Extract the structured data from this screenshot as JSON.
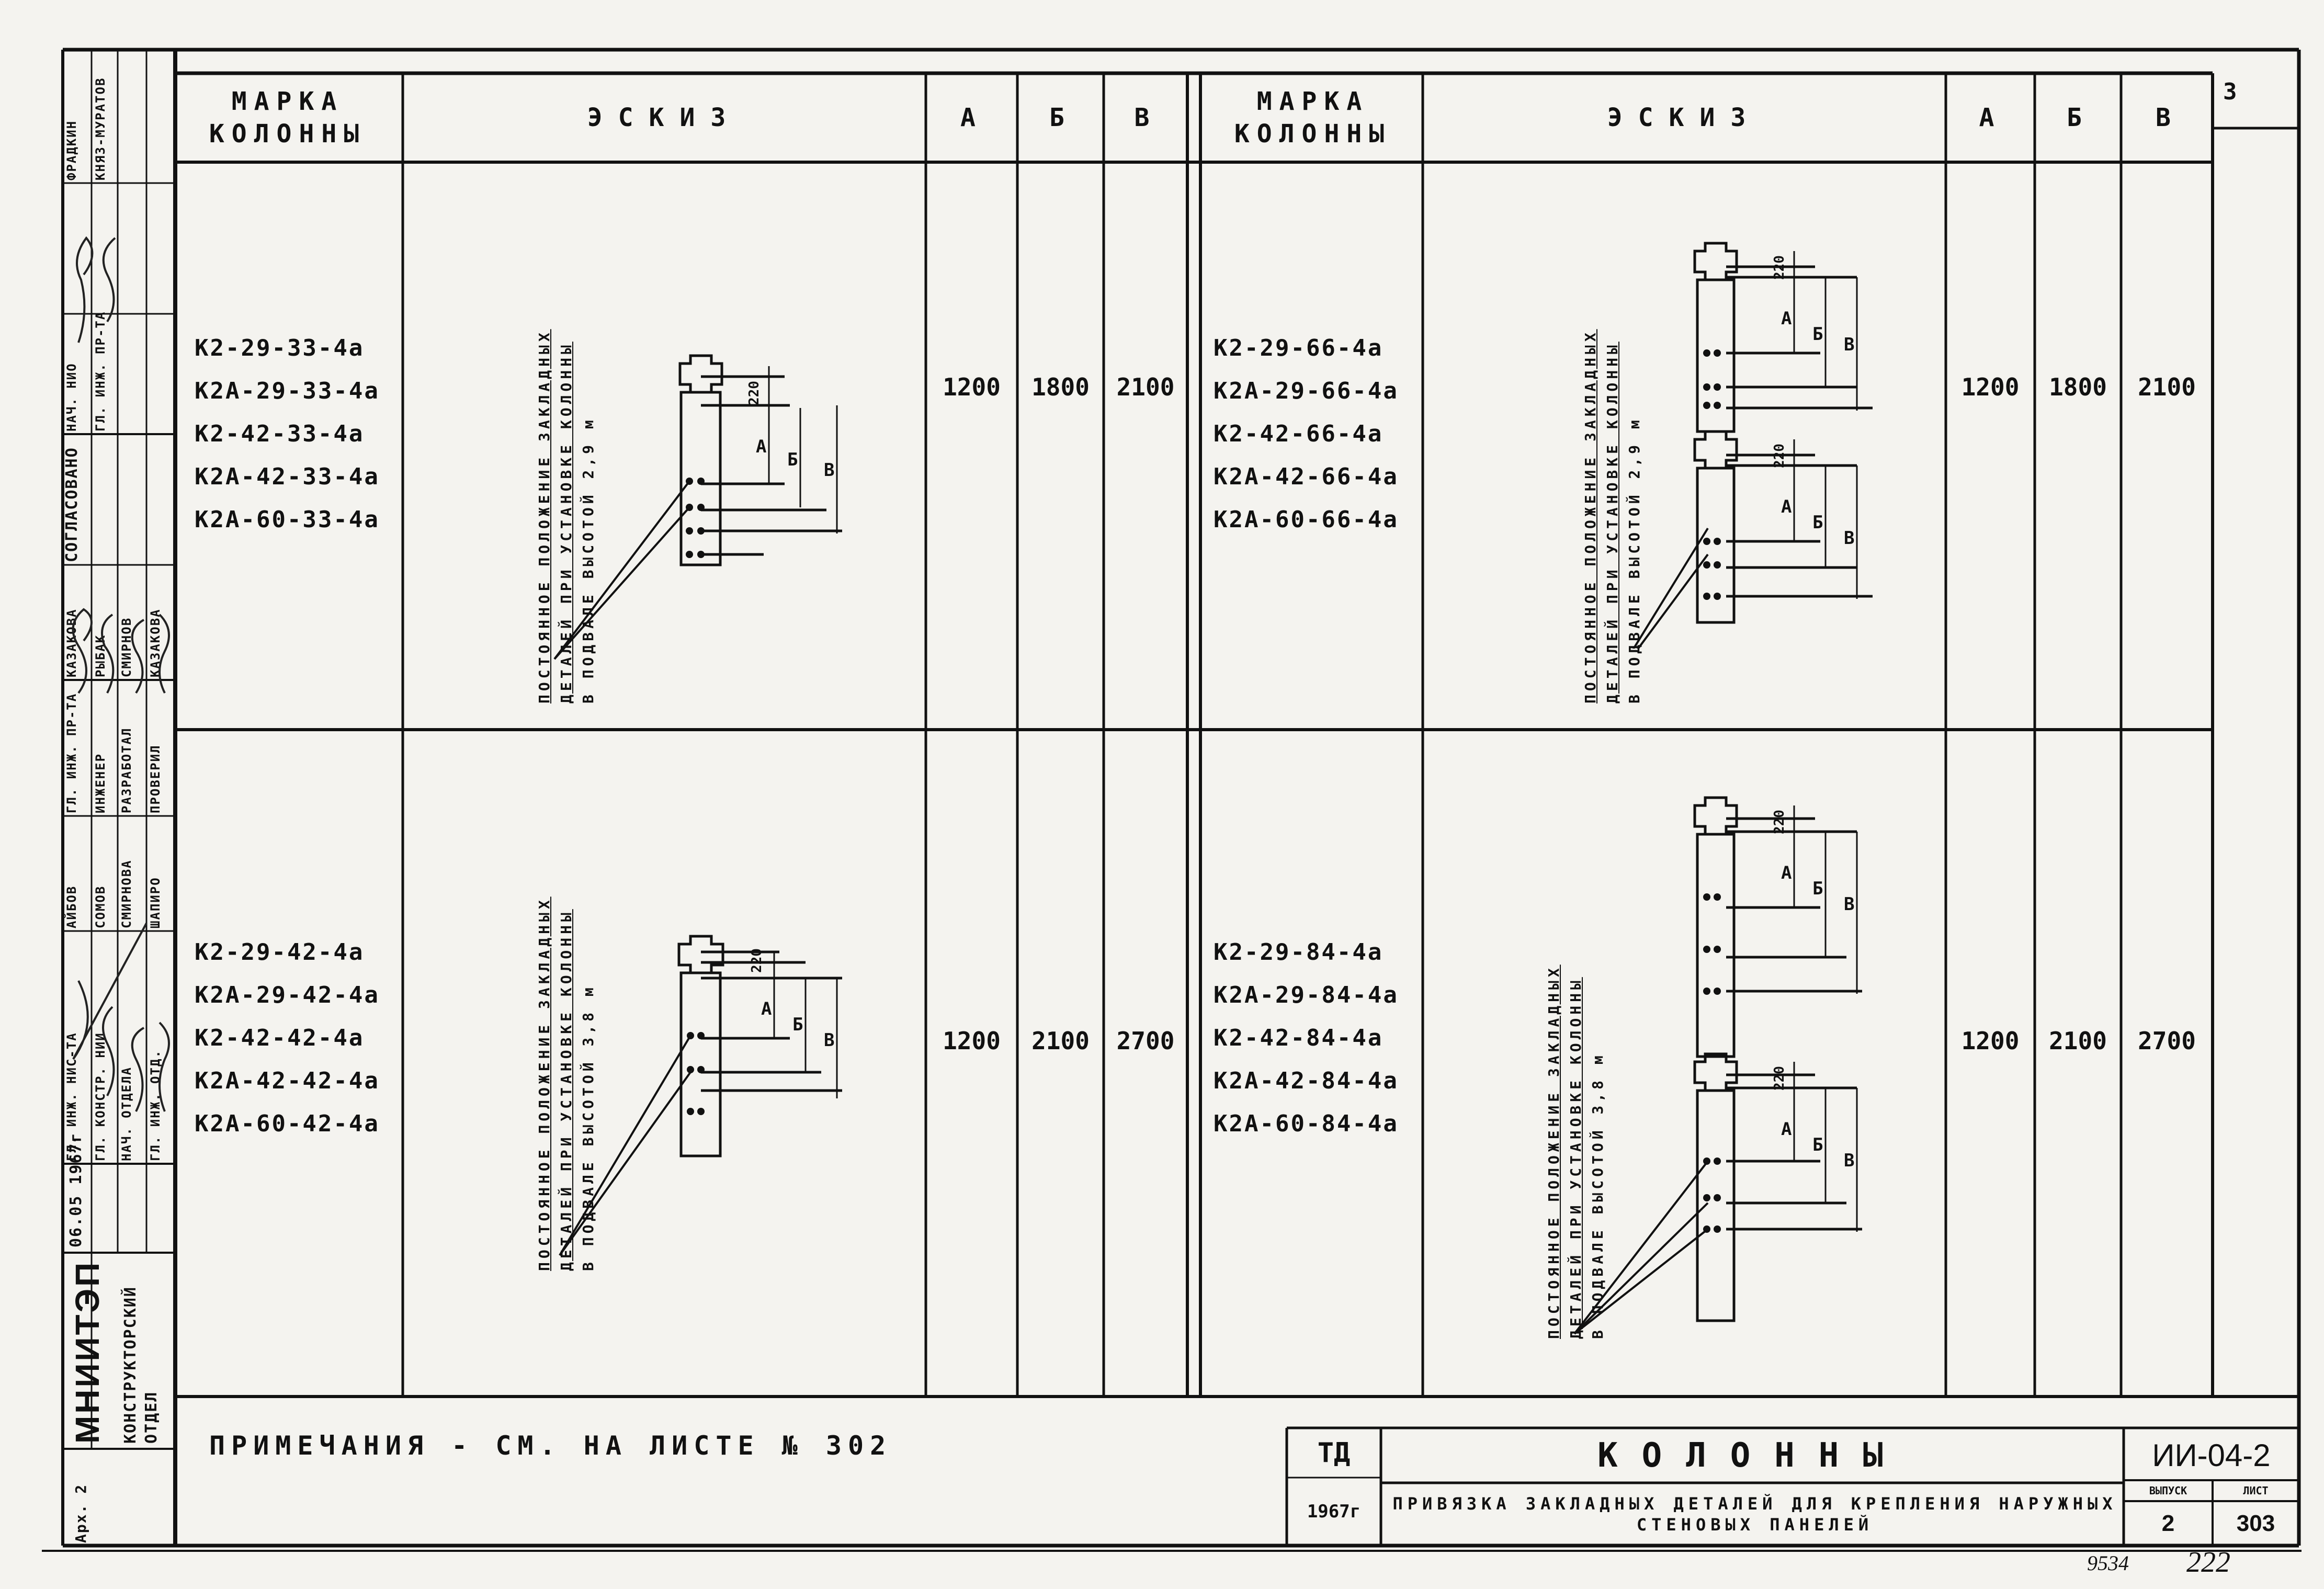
{
  "header": {
    "mark_label": "МАРКА КОЛОННЫ",
    "sketch_label": "ЭСКИЗ",
    "col_a": "А",
    "col_b": "Б",
    "col_v": "В"
  },
  "groups": [
    {
      "marks": [
        "К2-29-33-4а",
        "К2А-29-33-4а",
        "К2-42-33-4а",
        "К2А-42-33-4а",
        "К2А-60-33-4а"
      ],
      "sketch_caption": [
        "ПОСТОЯННОЕ ПОЛОЖЕНИЕ ЗАКЛАДНЫХ",
        "ДЕТАЛЕЙ ПРИ УСТАНОВКЕ КОЛОННЫ",
        "В ПОДВАЛЕ ВЫСОТОЙ 2,9 м"
      ],
      "dim_top": "220",
      "a": "1200",
      "b": "1800",
      "v": "2100"
    },
    {
      "marks": [
        "К2-29-42-4а",
        "К2А-29-42-4а",
        "К2-42-42-4а",
        "К2А-42-42-4а",
        "К2А-60-42-4а"
      ],
      "sketch_caption": [
        "ПОСТОЯННОЕ ПОЛОЖЕНИЕ ЗАКЛАДНЫХ",
        "ДЕТАЛЕЙ ПРИ УСТАНОВКЕ КОЛОННЫ",
        "В ПОДВАЛЕ ВЫСОТОЙ 3,8 м"
      ],
      "dim_top": "220",
      "a": "1200",
      "b": "2100",
      "v": "2700"
    },
    {
      "marks": [
        "К2-29-66-4а",
        "К2А-29-66-4а",
        "К2-42-66-4а",
        "К2А-42-66-4а",
        "К2А-60-66-4а"
      ],
      "sketch_caption": [
        "ПОСТОЯННОЕ ПОЛОЖЕНИЕ ЗАКЛАДНЫХ",
        "ДЕТАЛЕЙ ПРИ УСТАНОВКЕ КОЛОННЫ",
        "В ПОДВАЛЕ ВЫСОТОЙ 2,9 м"
      ],
      "dim_top": "220",
      "a": "1200",
      "b": "1800",
      "v": "2100"
    },
    {
      "marks": [
        "К2-29-84-4а",
        "К2А-29-84-4а",
        "К2-42-84-4а",
        "К2А-42-84-4а",
        "К2А-60-84-4а"
      ],
      "sketch_caption": [
        "ПОСТОЯННОЕ ПОЛОЖЕНИЕ ЗАКЛАДНЫХ",
        "ДЕТАЛЕЙ ПРИ УСТАНОВКЕ КОЛОННЫ",
        "В ПОДВАЛЕ ВЫСОТОЙ 3,8 м"
      ],
      "dim_top": "220",
      "a": "1200",
      "b": "2100",
      "v": "2700"
    }
  ],
  "dim_letters": {
    "a": "А",
    "b": "Б",
    "v": "В"
  },
  "notes": "ПРИМЕЧАНИЯ - СМ. НА ЛИСТЕ № 302",
  "title_block": {
    "series": "ТД",
    "year": "1967г",
    "title": "КОЛОННЫ",
    "subtitle": "ПРИВЯЗКА ЗАКЛАДНЫХ ДЕТАЛЕЙ ДЛЯ КРЕПЛЕНИЯ НАРУЖНЫХ СТЕНОВЫХ ПАНЕЛЕЙ",
    "code": "ИИ-04-2",
    "issue_label": "ВЫПУСК",
    "sheet_label": "ЛИСТ",
    "issue": "2",
    "sheet": "303"
  },
  "side_stamp": {
    "org": "МНИИТЭП",
    "dept": "КОНСТРУКТОРСКИЙ ОТДЕЛ",
    "date": "06.05 1967г",
    "arch": "Арх. 2",
    "agreed": "СОГЛАСОВАНО",
    "roles": [
      "НАЧ. НИО",
      "ГЛ. ИНЖ. ПР-ТА",
      "ГЛ. ИНЖ. ПР-ТА",
      "ИНЖЕНЕР",
      "РАЗРАБОТАЛ",
      "ПРОВЕРИЛ",
      "ГЛ. ИНЖ. НИС-ТА",
      "ГЛ. КОНСТР. НИИ",
      "НАЧ. ОТДЕЛА",
      "ГЛ. ИНЖ. ОТД."
    ],
    "names": [
      "ФРАДКИН",
      "КНЯЗ-МУРАТОВ",
      "КАЗАКОВА",
      "РЫБАК",
      "СМИРНОВ",
      "КАЗАКОВА",
      "АЙБОВ",
      "СОМОВ",
      "СМИРНОВА",
      "ШАПИРО"
    ]
  },
  "corner_note": "3",
  "bottom_numbers": [
    "9534",
    "222"
  ]
}
